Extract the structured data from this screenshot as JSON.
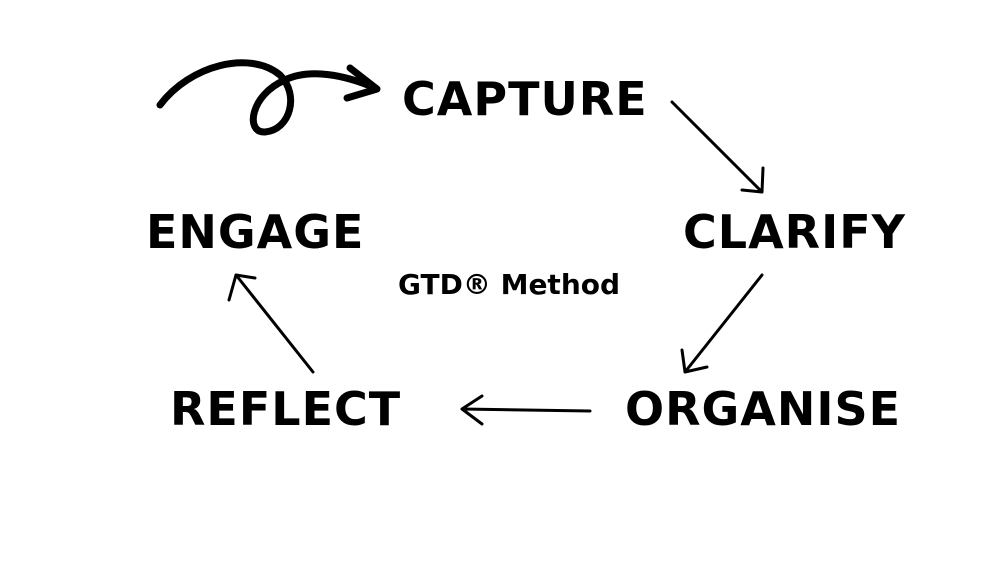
{
  "steps": {
    "capture": "CAPTURE",
    "clarify": "CLARIFY",
    "organise": "ORGANISE",
    "reflect": "REFLECT",
    "engage": "ENGAGE"
  },
  "center_label": "GTD® Method"
}
